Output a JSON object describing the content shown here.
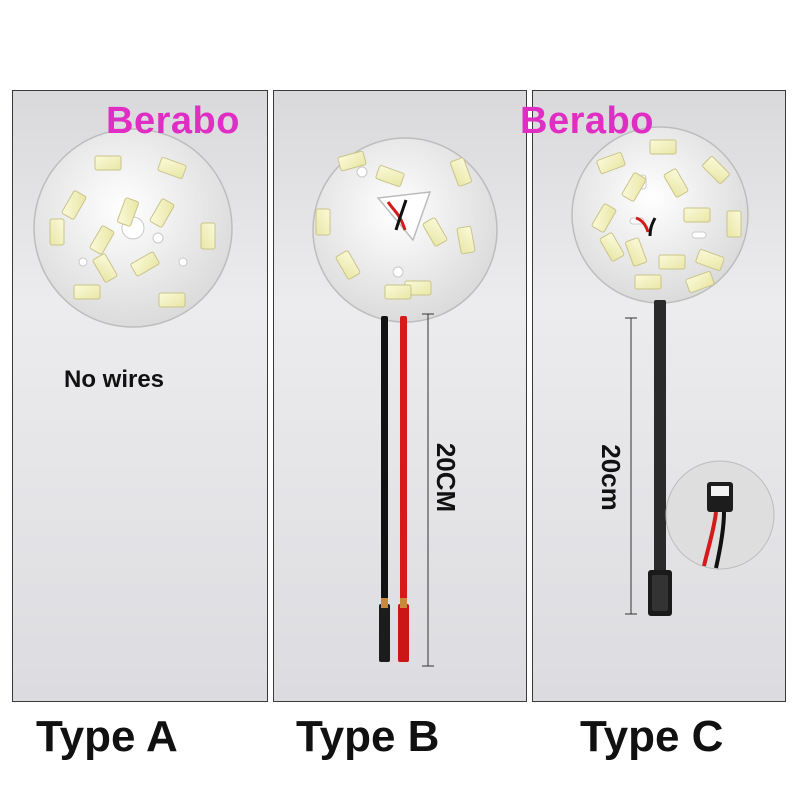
{
  "brand": {
    "left": "Berabo",
    "right": "Berabo"
  },
  "panel_a": {
    "note": "No wires",
    "label": "Type A"
  },
  "panel_b": {
    "length": "20CM",
    "label": "Type B"
  },
  "panel_c": {
    "length": "20cm",
    "label": "Type C"
  },
  "colors": {
    "brand": "#e02dc4",
    "wire_red": "#d41a1a",
    "wire_black": "#111111",
    "pcb": "#f2f2f2",
    "led": "#f4f2c8"
  }
}
